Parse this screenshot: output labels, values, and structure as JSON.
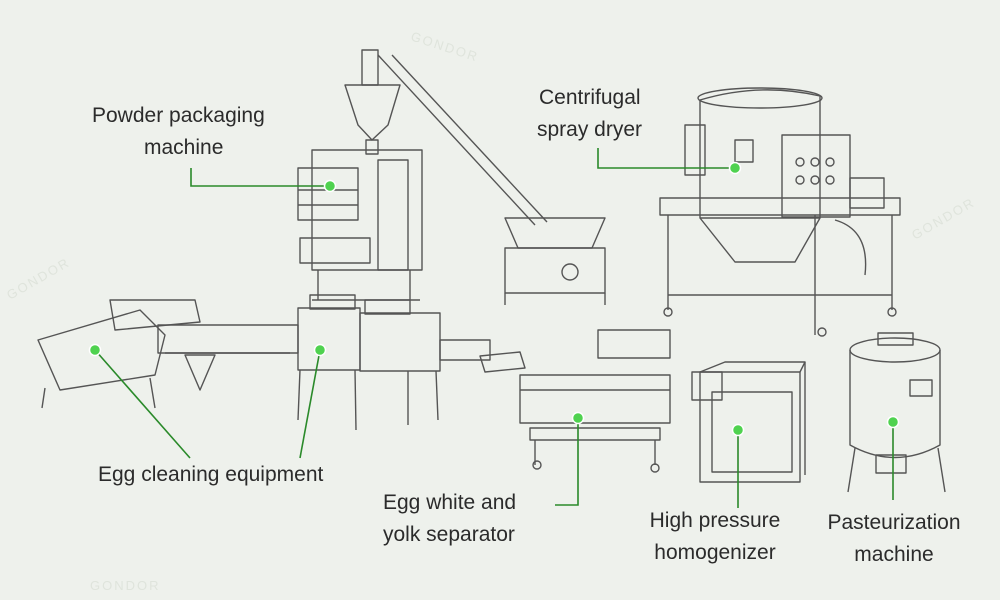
{
  "labels": {
    "powder_packaging": [
      "Powder packaging",
      "machine"
    ],
    "spray_dryer": [
      "Centrifugal",
      "spray dryer"
    ],
    "egg_cleaning": [
      "Egg cleaning equipment"
    ],
    "separator": [
      "Egg white and",
      "yolk separator"
    ],
    "homogenizer": [
      "High pressure",
      "homogenizer"
    ],
    "pasteurization": [
      "Pasteurization",
      "machine"
    ]
  },
  "watermark": "GONDOR",
  "colors": {
    "background": "#eef1ec",
    "line": "#2a8a2a",
    "dot": "#4fd24f",
    "drawing": "#555555",
    "text": "#2b2b2b"
  }
}
